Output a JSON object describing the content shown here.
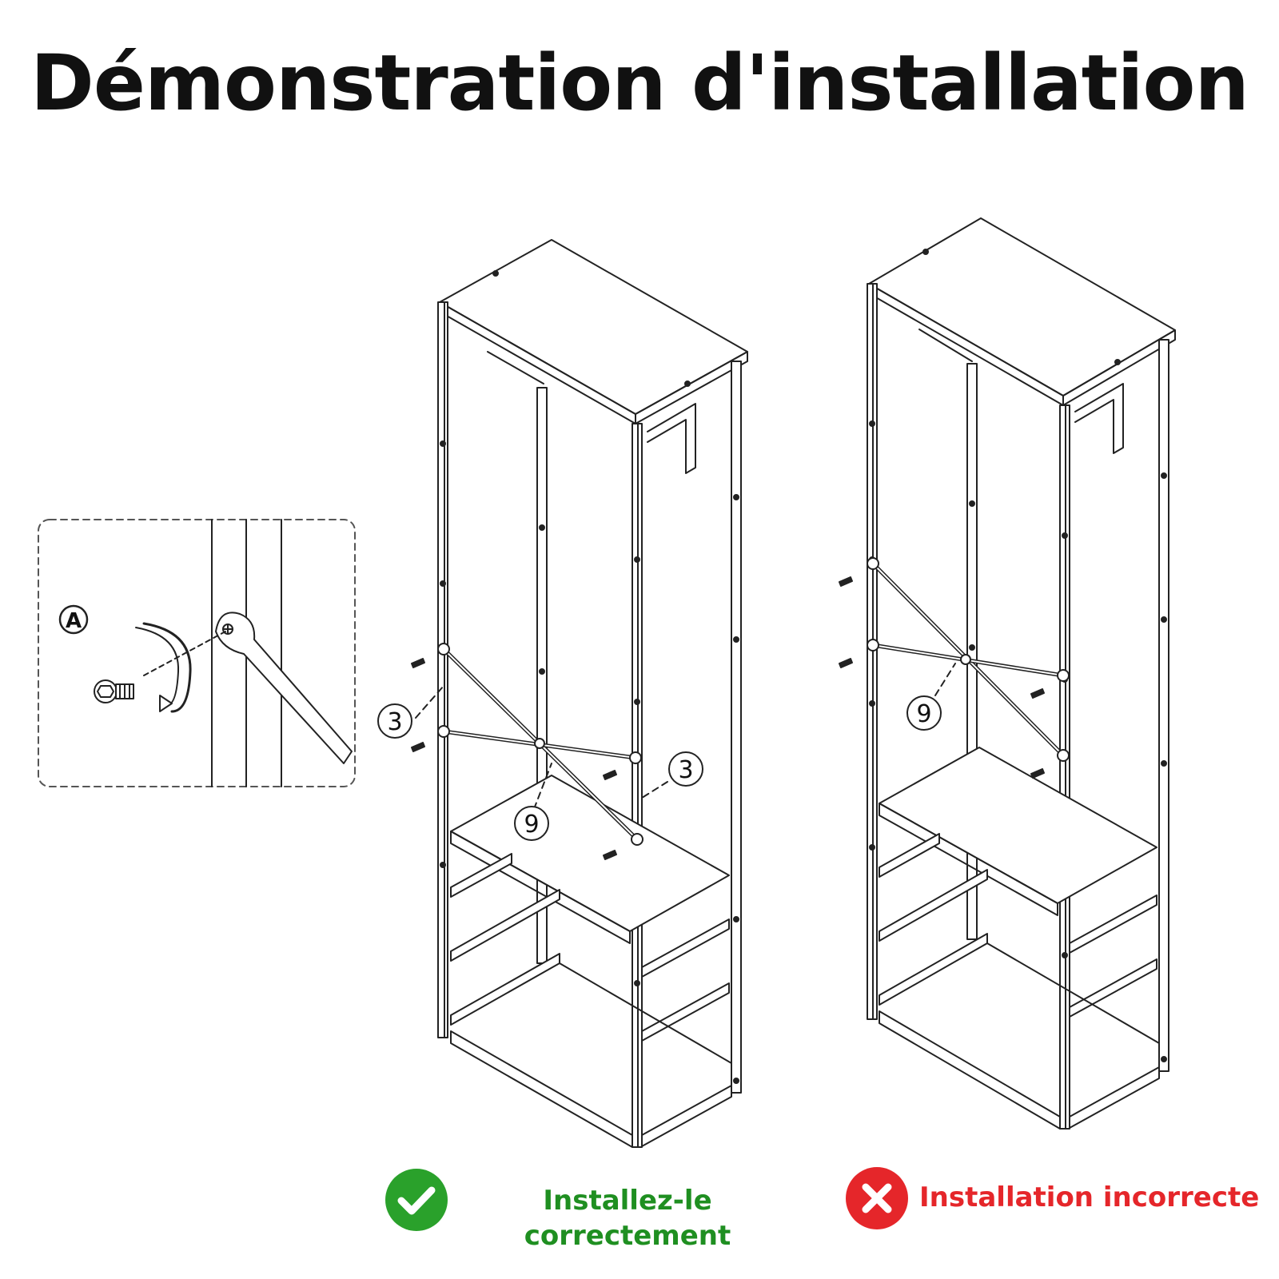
{
  "title": "Démonstration d'installation",
  "detail": {
    "label": "A"
  },
  "left_diagram": {
    "callouts": [
      "3",
      "3",
      "9"
    ]
  },
  "right_diagram": {
    "callouts": [
      "9"
    ]
  },
  "correct": {
    "label": "Installez-le correctement",
    "color": "#2aa12b",
    "icon": "check-icon"
  },
  "incorrect": {
    "label": "Installation incorrecte",
    "color": "#e5262a",
    "icon": "cross-icon"
  }
}
